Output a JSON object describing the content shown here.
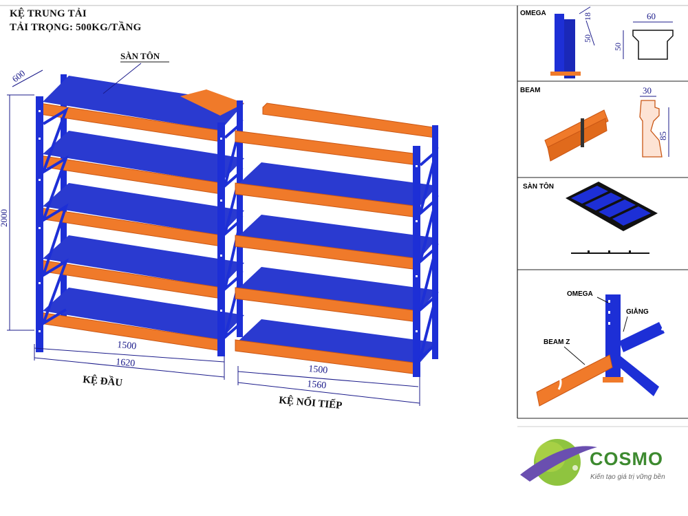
{
  "title": {
    "line1": "KỆ TRUNG TẢI",
    "line2": "TẢI TRỌNG: 500KG/TẦNG"
  },
  "labels": {
    "san_ton": "SÀN TÔN",
    "ke_dau": "KỆ ĐẦU",
    "ke_noi_tiep": "KỆ NỐI TIẾP"
  },
  "dimensions": {
    "depth": "600",
    "height": "2000",
    "head_inner_width": "1500",
    "head_outer_width": "1620",
    "cont_inner_width": "1500",
    "cont_outer_width": "1560"
  },
  "panels": {
    "omega": {
      "label": "OMEGA",
      "dim_18": "18",
      "dim_50_v": "50",
      "dim_60": "60",
      "dim_50_profile": "50"
    },
    "beam": {
      "label": "BEAM",
      "dim_30": "30",
      "dim_85": "85"
    },
    "san_ton": {
      "label": "SÀN TÔN"
    },
    "joint": {
      "omega": "OMEGA",
      "giang": "GIẰNG",
      "beam_z": "BEAM Z"
    }
  },
  "brand": {
    "name": "COSMO",
    "slogan": "Kiến tạo giá trị vững bền"
  },
  "colors": {
    "frame_blue": "#1d2fd6",
    "shelf_blue": "#2a3ad0",
    "beam_orange": "#f07a2a",
    "beam_dark": "#c95614",
    "dim_line": "#1a1a8a",
    "brand_green": "#3d8a2f"
  }
}
